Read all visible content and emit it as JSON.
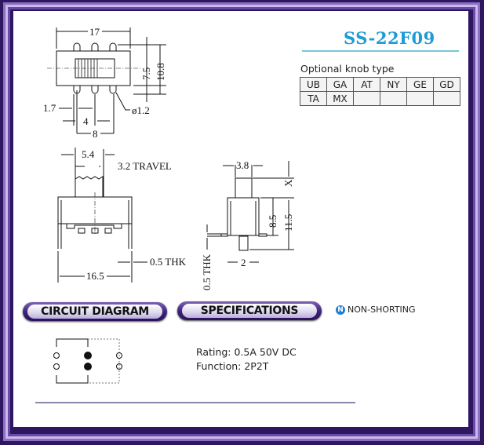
{
  "model": "SS-22F09",
  "knob": {
    "label": "Optional knob type",
    "rows": [
      [
        "UB",
        "GA",
        "AT",
        "NY",
        "GE",
        "GD"
      ],
      [
        "TA",
        "MX",
        "",
        "",
        "",
        ""
      ]
    ]
  },
  "top_view": {
    "d1": "17",
    "d2": "7.5",
    "d3": "10.8",
    "d4": "1.7",
    "d5": "4",
    "d6": "8",
    "d7": "ø1.2"
  },
  "front_view": {
    "d1": "5.4",
    "d2": "3.2 TRAVEL",
    "d3": "0.5 THK",
    "d4": "16.5"
  },
  "side_view": {
    "d1": "3.8",
    "d2": "X",
    "d3": "8.5",
    "d4": "11.5",
    "d5": "0.5 THK",
    "d6": "2"
  },
  "sections": {
    "circuit": "CIRCUIT DIAGRAM",
    "specs": "SPECIFICATIONS"
  },
  "non_shorting": {
    "icon": "N",
    "label": "NON-SHORTING"
  },
  "specs": {
    "rating": "Rating: 0.5A 50V DC",
    "function": "Function: 2P2T"
  },
  "colors": {
    "frame": "#3a1f6e",
    "title": "#1e9ad6"
  }
}
